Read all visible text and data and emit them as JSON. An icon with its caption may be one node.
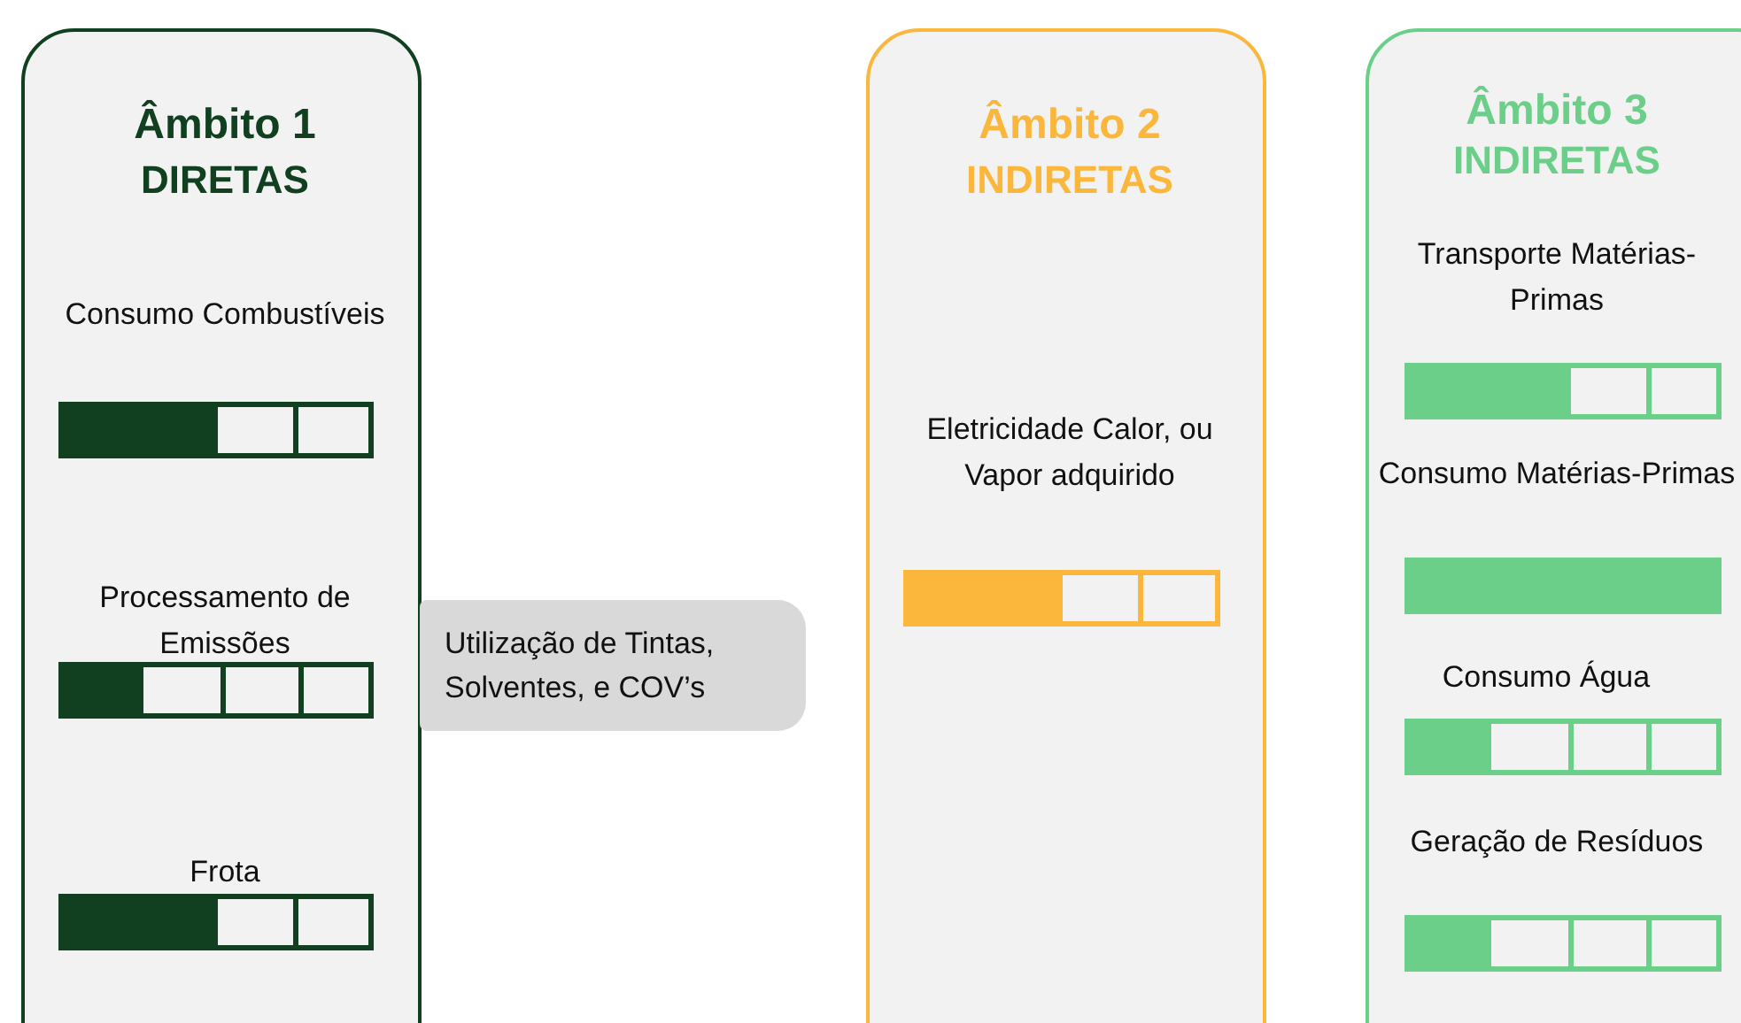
{
  "diagram": {
    "nodes": [
      {
        "text": [
          "Âmbito 1",
          "DIRETAS",
          "Consumo Combustíveis",
          "Processamento de Emissões",
          "Frota"
        ]
      },
      {
        "text": [],
        "shape": "bar",
        "in": 0
      },
      {
        "text": [],
        "shape": "bar",
        "in": 0
      },
      {
        "text": [],
        "shape": "bar",
        "in": 0
      },
      {
        "text": [
          "Utilização de Tintas, Solventes, e COV’s"
        ]
      },
      {
        "text": [
          "Âmbito 2",
          "INDIRETAS",
          "Eletricidade Calor, ou Vapor adquirido"
        ]
      },
      {
        "text": [],
        "shape": "bar",
        "in": 5
      },
      {
        "text": [
          "Âmbito 3",
          "INDIRETAS",
          "Transporte Matérias-Primas",
          "Consumo Matérias-Primas",
          "Consumo Água",
          "Geração de Resíduos"
        ]
      },
      {
        "text": [],
        "shape": "bar",
        "in": 7
      },
      {
        "text": [],
        "shape": "bar",
        "in": 7
      },
      {
        "text": [],
        "shape": "bar",
        "in": 7
      },
      {
        "text": [],
        "shape": "bar",
        "in": 7
      }
    ],
    "edges": []
  }
}
